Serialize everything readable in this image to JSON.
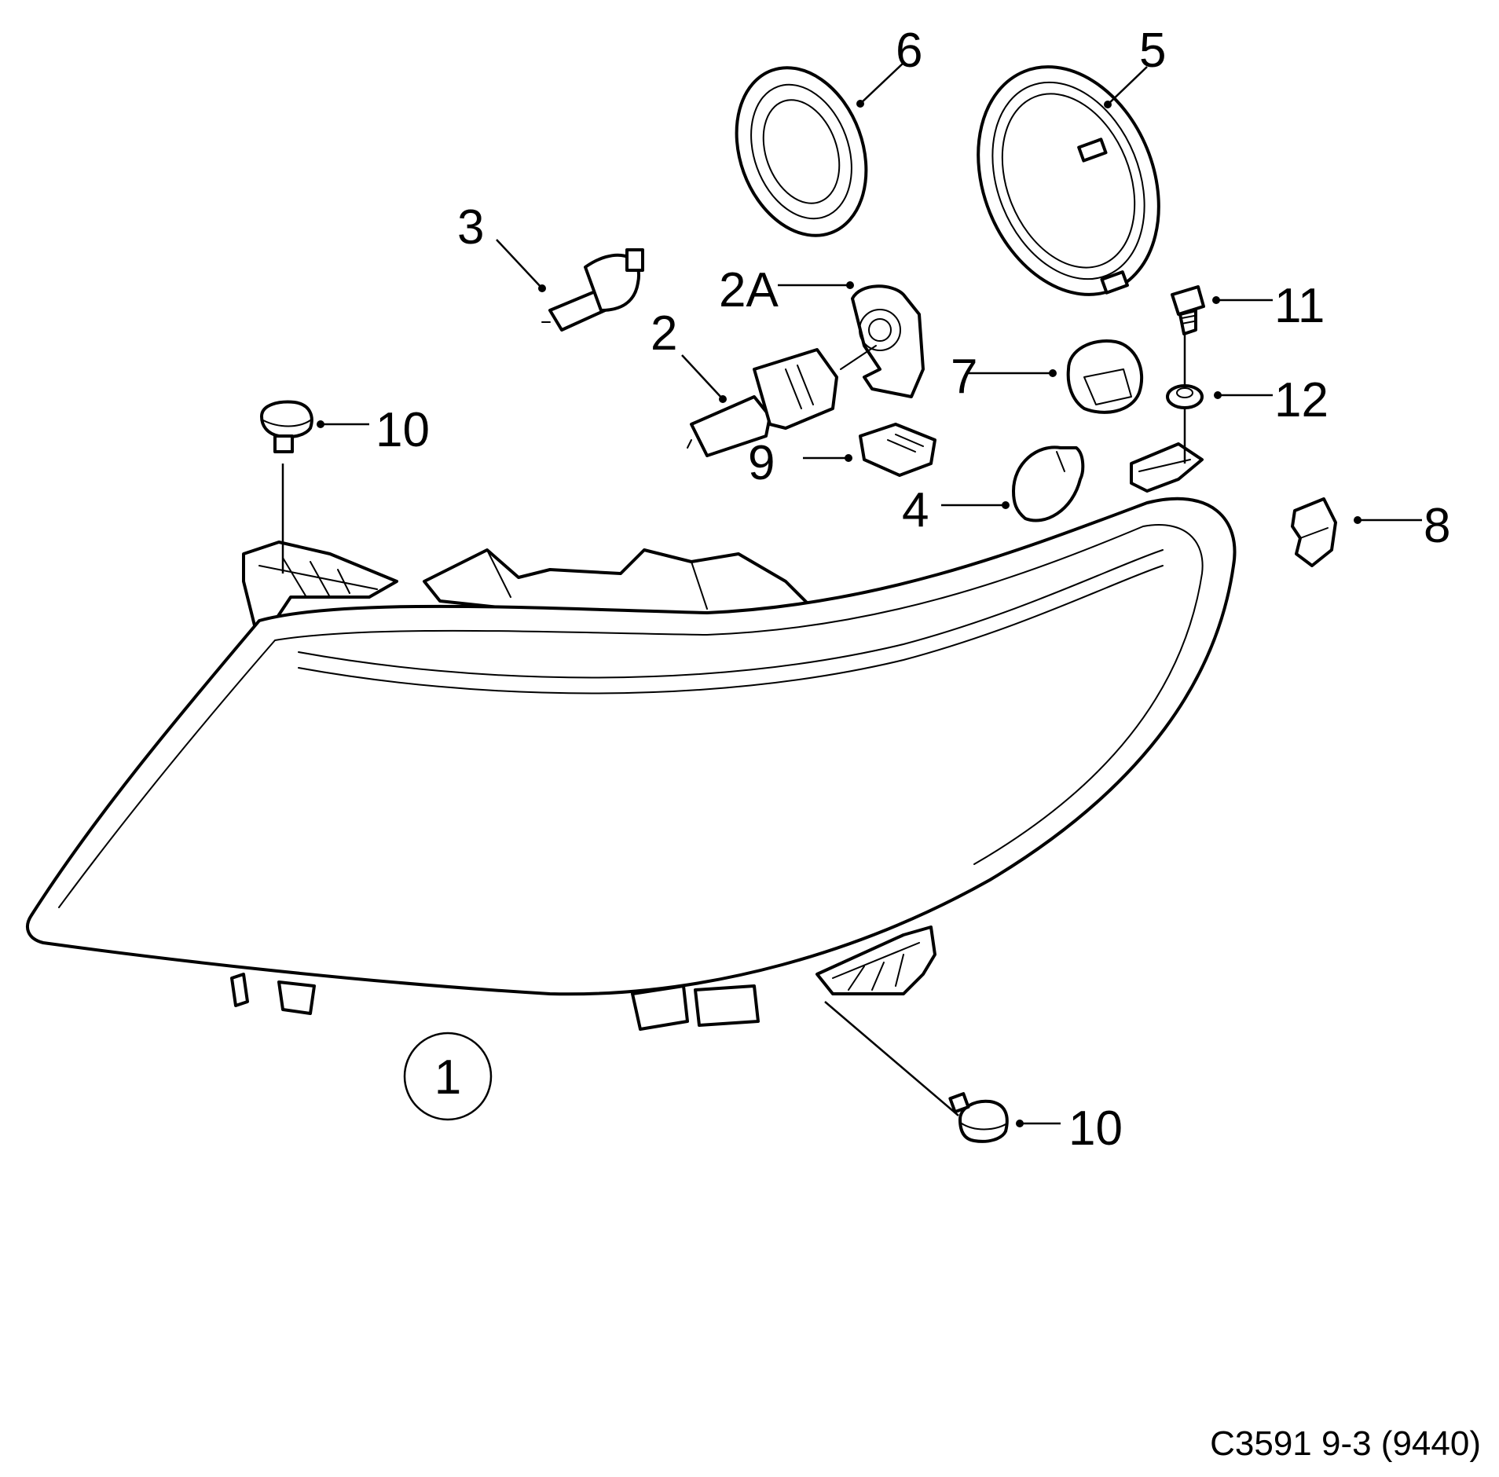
{
  "figure_code": "C3591 9-3 (9440)",
  "callouts": {
    "c1": "1",
    "c2": "2",
    "c2a": "2A",
    "c3": "3",
    "c4": "4",
    "c5": "5",
    "c6": "6",
    "c7": "7",
    "c8": "8",
    "c9": "9",
    "c10_top": "10",
    "c10_bottom": "10",
    "c11": "11",
    "c12": "12"
  }
}
